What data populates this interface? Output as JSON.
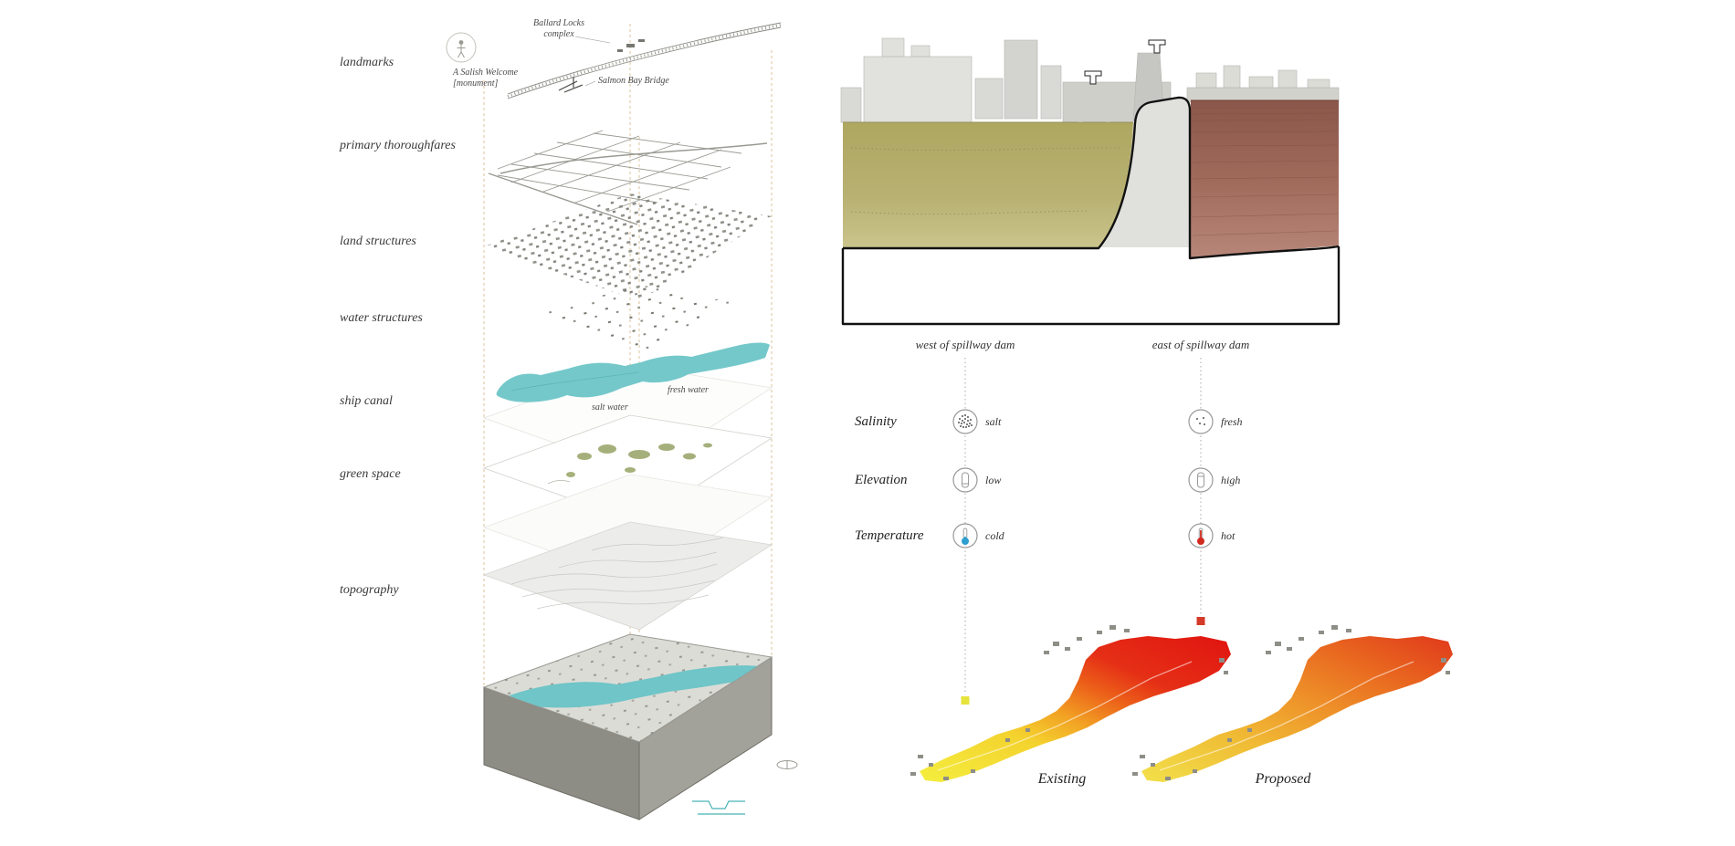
{
  "colors": {
    "canal_teal": "#74c8ca",
    "block_top_water": "#6fc5c7",
    "fresh_water_olive": "#b3ab68",
    "east_water_brown": "#9c6656",
    "cold_blue": "#2d9fd0",
    "hot_red": "#d02a1e",
    "west_marker_yellow": "#e6e33b",
    "east_marker_red": "#d43a28",
    "heat_yellow": "#f4ee3e",
    "heat_red": "#e01410",
    "guide_dash_tan": "#d9bd92"
  },
  "left_diagram": {
    "layer_labels": [
      "landmarks",
      "primary thoroughfares",
      "land structures",
      "water structures",
      "ship canal",
      "green space",
      "topography"
    ],
    "annotations": {
      "ballard_locks_line1": "Ballard Locks",
      "ballard_locks_line2": "complex",
      "salish_welcome_line1": "A Salish Welcome",
      "salish_welcome_line2": "[monument]",
      "salmon_bay_bridge": "Salmon Bay Bridge",
      "fresh_water": "fresh water",
      "salt_water": "salt water"
    }
  },
  "comparison": {
    "west_header": "west of spillway dam",
    "east_header": "east of spillway dam",
    "rows": [
      {
        "label": "Salinity",
        "west": "salt",
        "east": "fresh"
      },
      {
        "label": "Elevation",
        "west": "low",
        "east": "high"
      },
      {
        "label": "Temperature",
        "west": "cold",
        "east": "hot"
      }
    ]
  },
  "maps": {
    "existing_label": "Existing",
    "proposed_label": "Proposed"
  }
}
